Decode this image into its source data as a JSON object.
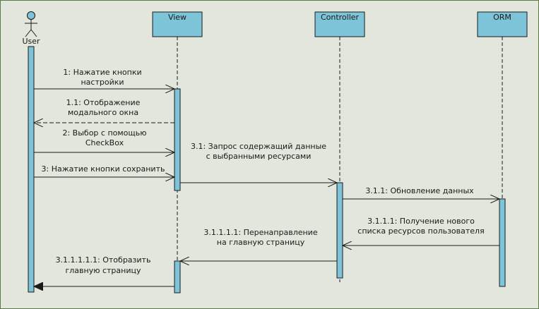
{
  "colors": {
    "background": "#e2e6dc",
    "frame": "#5b7a48",
    "box_fill": "#7ec4d8",
    "line": "#1a1a1a"
  },
  "participants": {
    "user": {
      "label": "User",
      "kind": "actor"
    },
    "view": {
      "label": "View",
      "kind": "box"
    },
    "controller": {
      "label": "Controller",
      "kind": "box"
    },
    "orm": {
      "label": "ORM",
      "kind": "box"
    }
  },
  "messages": [
    {
      "id": "m1",
      "from": "user",
      "to": "view",
      "style": "sync",
      "lines": [
        "1: Нажатие кнопки",
        "настройки"
      ]
    },
    {
      "id": "m1_1",
      "from": "view",
      "to": "user",
      "style": "return",
      "lines": [
        "1.1: Отображение",
        "модального окна"
      ]
    },
    {
      "id": "m2",
      "from": "user",
      "to": "view",
      "style": "sync",
      "lines": [
        "2: Выбор с помощью",
        "CheckBox"
      ]
    },
    {
      "id": "m3",
      "from": "user",
      "to": "view",
      "style": "sync",
      "lines": [
        "3: Нажатие кнопки сохранить"
      ]
    },
    {
      "id": "m3_1",
      "from": "view",
      "to": "controller",
      "style": "sync",
      "lines": [
        "3.1: Запрос содержащий данные",
        "с выбранными ресурсами"
      ]
    },
    {
      "id": "m3_1_1",
      "from": "controller",
      "to": "orm",
      "style": "sync",
      "lines": [
        "3.1.1: Обновление данных"
      ]
    },
    {
      "id": "m3_1_1_1",
      "from": "orm",
      "to": "controller",
      "style": "sync",
      "lines": [
        "3.1.1.1: Получение нового",
        "списка ресурсов пользователя"
      ]
    },
    {
      "id": "m3_1_1_1_1",
      "from": "controller",
      "to": "view",
      "style": "sync",
      "lines": [
        "3.1.1.1.1: Перенаправление",
        "на главную страницу"
      ]
    },
    {
      "id": "m3_1_1_1_1_1",
      "from": "view",
      "to": "user",
      "style": "filled",
      "lines": [
        "3.1.1.1.1.1: Отобразить",
        "главную страницу"
      ]
    }
  ]
}
